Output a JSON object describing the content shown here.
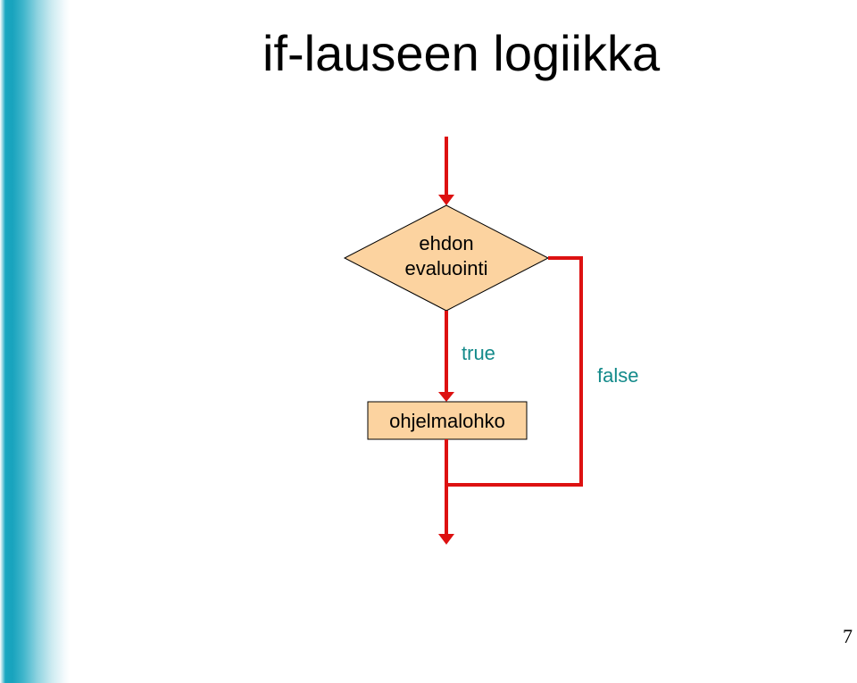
{
  "slide": {
    "title": "if-lauseen logiikka",
    "page_number": "7"
  },
  "flowchart": {
    "decision_line1": "ehdon",
    "decision_line2": "evaluointi",
    "process_label": "ohjelmalohko",
    "true_label": "true",
    "false_label": "false"
  },
  "colors": {
    "flow_line": "#dd1111",
    "shape_fill": "#fcd3a0",
    "branch_label": "#138a8a",
    "accent_bar": "#1aa6c0"
  }
}
